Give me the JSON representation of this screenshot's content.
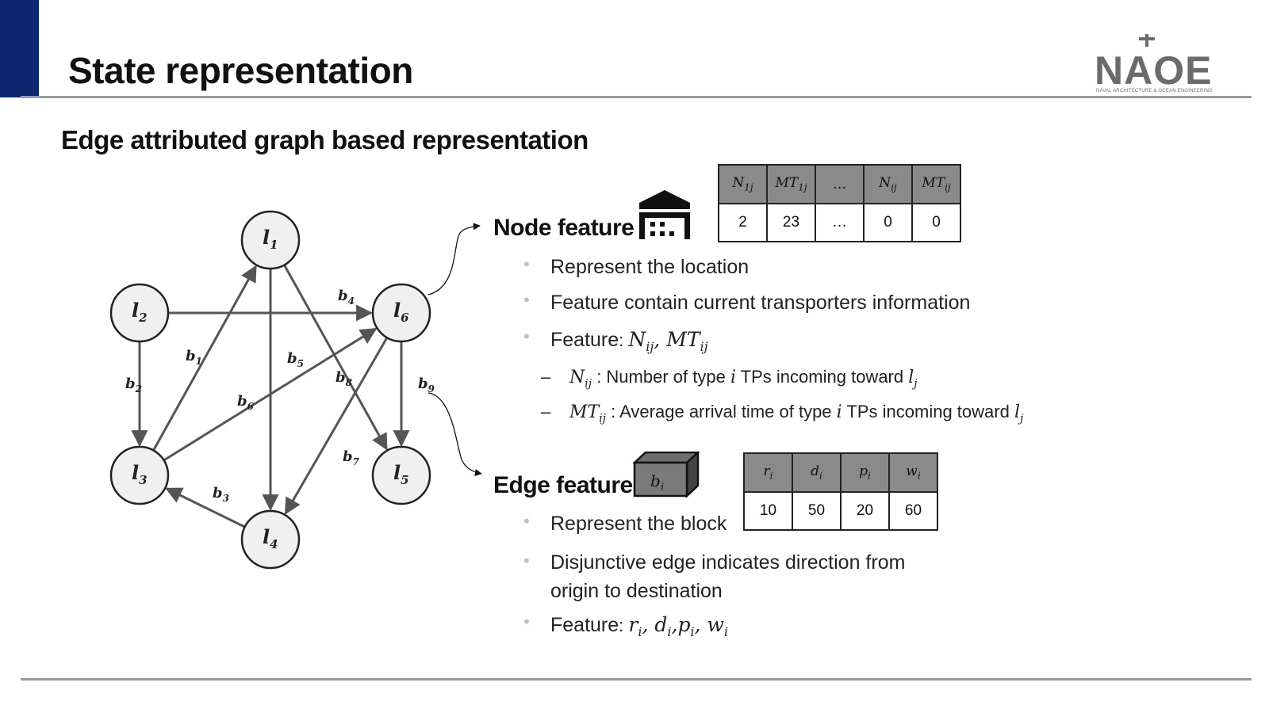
{
  "header": {
    "title": "State representation"
  },
  "logo": {
    "wordmark": "NAOE",
    "tagline": "NAVAL ARCHITECTURE & OCEAN ENGINEERING"
  },
  "section": {
    "title": "Edge attributed graph based representation"
  },
  "graph": {
    "nodes": [
      {
        "id": "l1",
        "base": "l",
        "sub": "1"
      },
      {
        "id": "l2",
        "base": "l",
        "sub": "2"
      },
      {
        "id": "l3",
        "base": "l",
        "sub": "3"
      },
      {
        "id": "l4",
        "base": "l",
        "sub": "4"
      },
      {
        "id": "l5",
        "base": "l",
        "sub": "5"
      },
      {
        "id": "l6",
        "base": "l",
        "sub": "6"
      }
    ],
    "edges": [
      {
        "label": "b1",
        "base": "b",
        "sub": "1",
        "from": "l3",
        "to": "l1"
      },
      {
        "label": "b2",
        "base": "b",
        "sub": "2",
        "from": "l2",
        "to": "l3"
      },
      {
        "label": "b3",
        "base": "b",
        "sub": "3",
        "from": "l4",
        "to": "l3"
      },
      {
        "label": "b4",
        "base": "b",
        "sub": "4",
        "from": "l2",
        "to": "l6"
      },
      {
        "label": "b5",
        "base": "b",
        "sub": "5",
        "from": "l1",
        "to": "l4"
      },
      {
        "label": "b6",
        "base": "b",
        "sub": "6",
        "from": "l3",
        "to": "l6"
      },
      {
        "label": "b7",
        "base": "b",
        "sub": "7",
        "from": "l6",
        "to": "l4"
      },
      {
        "label": "b8",
        "base": "b",
        "sub": "8",
        "from": "l1",
        "to": "l5"
      },
      {
        "label": "b9",
        "base": "b",
        "sub": "9",
        "from": "l6",
        "to": "l5"
      }
    ]
  },
  "node_feature": {
    "title": "Node feature",
    "icon": "factory-icon",
    "table_headers": [
      "N_1j",
      "MT_1j",
      "…",
      "N_ij",
      "MT_ij"
    ],
    "table_values": [
      "2",
      "23",
      "…",
      "0",
      "0"
    ],
    "bullets": [
      "Represent the location",
      "Feature contain current transporters information"
    ],
    "feature_prefix": "Feature",
    "feature_math": "N_ij, MT_ij",
    "subs": [
      {
        "symbol": "N_ij",
        "text": "Number of type i TPs incoming toward l_j"
      },
      {
        "symbol": "MT_ij",
        "text": "Average arrival time of type i TPs incoming toward l_j"
      }
    ]
  },
  "edge_feature": {
    "title": "Edge feature",
    "icon": "block-cube-icon",
    "icon_label": "b_i",
    "table_headers": [
      "r_i",
      "d_i",
      "p_i",
      "w_i"
    ],
    "table_values": [
      "10",
      "50",
      "20",
      "60"
    ],
    "bullets": [
      "Represent the block",
      "Disjunctive edge indicates direction from origin to destination"
    ],
    "feature_prefix": "Feature",
    "feature_math": "r_i, d_i, p_i, w_i"
  },
  "colors": {
    "corner_bar": "#0c2770",
    "node_fill": "#f0f0f0",
    "edge": "#555555",
    "table_header": "#8a8a8a"
  }
}
